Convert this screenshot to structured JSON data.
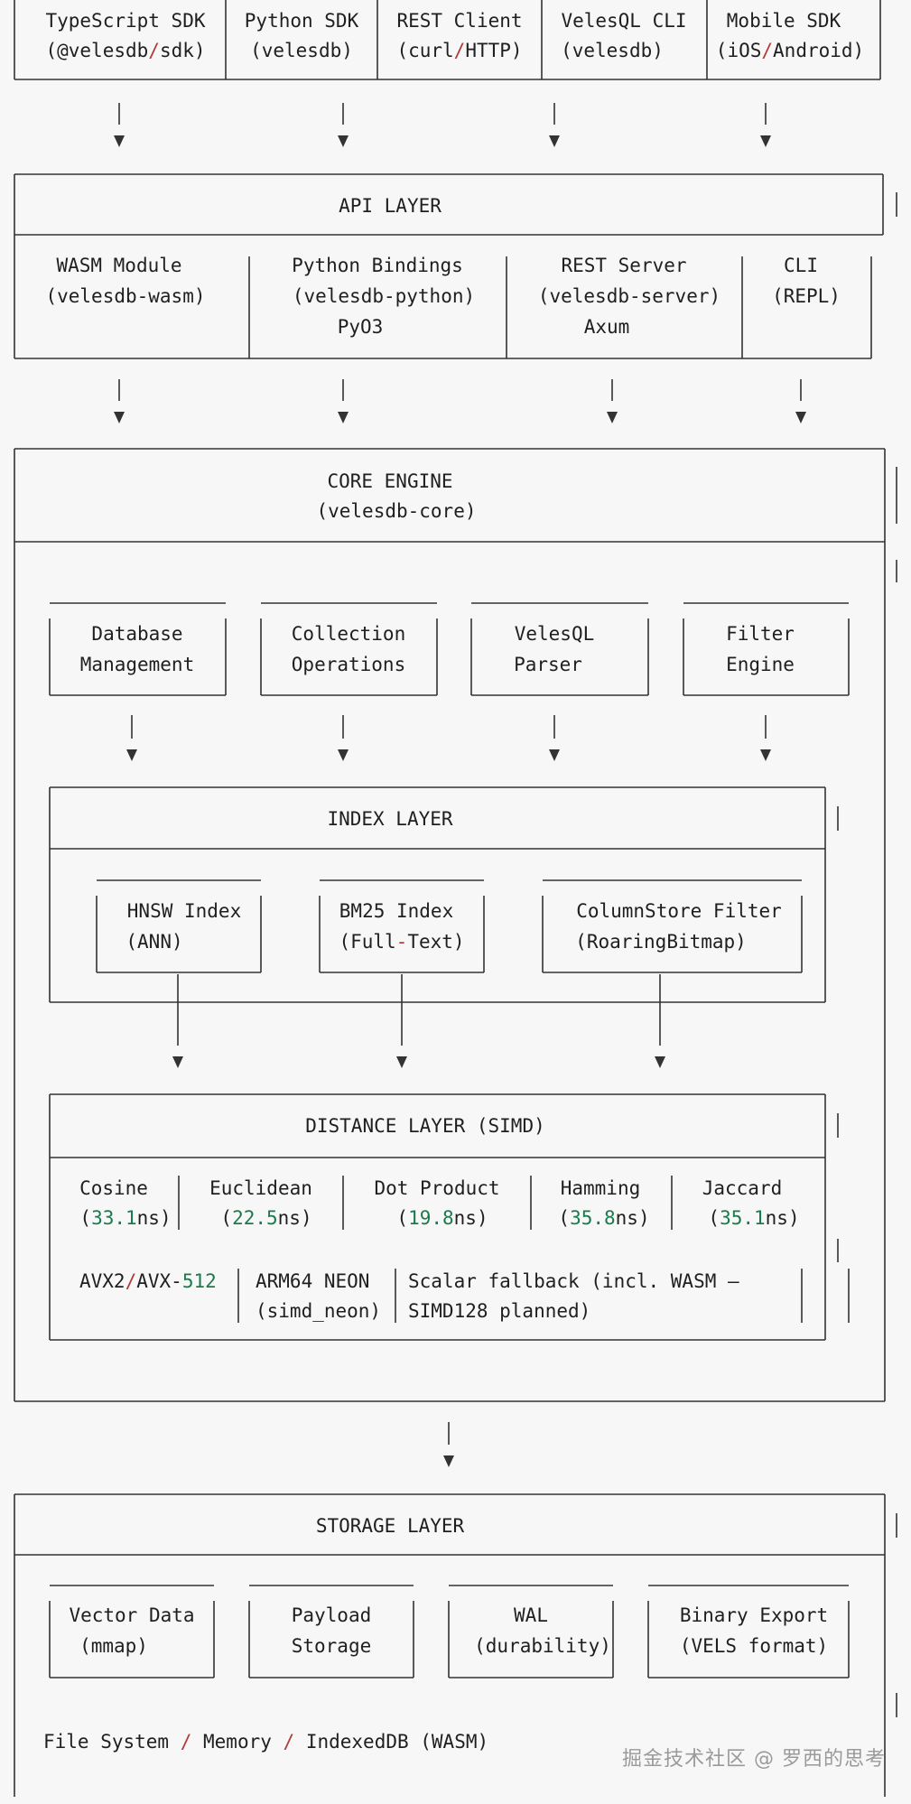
{
  "clients": [
    {
      "name": "TypeScript SDK",
      "sub_a": "(@velesdb",
      "sub_sep": "/",
      "sub_b": "sdk)"
    },
    {
      "name": "Python SDK",
      "sub": "(velesdb)"
    },
    {
      "name": "REST Client",
      "sub_a": "(curl",
      "sub_sep": "/",
      "sub_b": "HTTP)"
    },
    {
      "name": "VelesQL CLI",
      "sub": "(velesdb)"
    },
    {
      "name": "Mobile SDK",
      "sub_a": "(iOS",
      "sub_sep": "/",
      "sub_b": "Android)"
    }
  ],
  "api_layer": {
    "title": "API LAYER",
    "items": [
      {
        "name": "WASM Module",
        "sub": "(velesdb-wasm)"
      },
      {
        "name": "Python Bindings",
        "sub": "(velesdb-python)",
        "extra": "PyO3"
      },
      {
        "name": "REST Server",
        "sub": "(velesdb-server)",
        "extra": "Axum"
      },
      {
        "name": "CLI",
        "sub": "(REPL)"
      }
    ]
  },
  "core_engine": {
    "title": "CORE ENGINE",
    "subtitle": "(velesdb-core)",
    "modules": [
      {
        "line1": "Database",
        "line2": "Management"
      },
      {
        "line1": "Collection",
        "line2": "Operations"
      },
      {
        "line1": "VelesQL",
        "line2": "Parser"
      },
      {
        "line1": "Filter",
        "line2": "Engine"
      }
    ]
  },
  "index_layer": {
    "title": "INDEX LAYER",
    "items": [
      {
        "name": "HNSW Index",
        "sub": "(ANN)"
      },
      {
        "name": "BM25 Index",
        "sub_a": "(Full",
        "sub_sep": "-",
        "sub_b": "Text)"
      },
      {
        "name": "ColumnStore Filter",
        "sub": "(RoaringBitmap)"
      }
    ]
  },
  "distance_layer": {
    "title": "DISTANCE LAYER (SIMD)",
    "metrics": [
      {
        "name": "Cosine",
        "num": "33.1",
        "unit": "ns"
      },
      {
        "name": "Euclidean",
        "num": "22.5",
        "unit": "ns"
      },
      {
        "name": "Dot Product",
        "num": "19.8",
        "unit": "ns"
      },
      {
        "name": "Hamming",
        "num": "35.8",
        "unit": "ns"
      },
      {
        "name": "Jaccard",
        "num": "35.1",
        "unit": "ns"
      }
    ],
    "simd": {
      "avx_a": "AVX2",
      "avx_sep": "/",
      "avx_b": "AVX-",
      "avx_num": "512",
      "neon": "ARM64 NEON",
      "neon_sub": "(simd_neon)",
      "scalar_line1": "Scalar fallback (incl. WASM —",
      "scalar_line2": "SIMD128 planned)"
    }
  },
  "storage_layer": {
    "title": "STORAGE LAYER",
    "items": [
      {
        "line1": "Vector Data",
        "line2": "(mmap)"
      },
      {
        "line1": "Payload",
        "line2": "Storage"
      },
      {
        "line1": "WAL",
        "line2": "(durability)"
      },
      {
        "line1": "Binary Export",
        "line2": "(VELS format)"
      }
    ],
    "footer": {
      "a": "File System ",
      "sep1": "/",
      "b": " Memory ",
      "sep2": "/",
      "c": " IndexedDB (WASM)"
    }
  },
  "watermark": "掘金技术社区 @ 罗西的思考"
}
